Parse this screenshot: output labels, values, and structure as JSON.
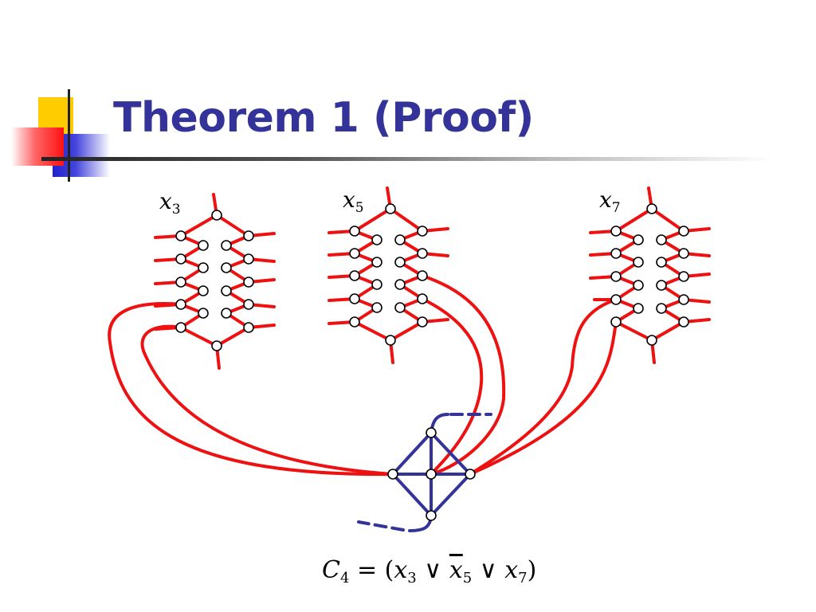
{
  "slide": {
    "title": "Theorem 1 (Proof)"
  },
  "variables": [
    {
      "letter": "x",
      "index": "3"
    },
    {
      "letter": "x",
      "index": "5"
    },
    {
      "letter": "x",
      "index": "7"
    }
  ],
  "clause": {
    "lhs_letter": "C",
    "lhs_index": "4",
    "equals": "=",
    "open_paren": "(",
    "close_paren": ")",
    "or_symbol": "∨",
    "literals": [
      {
        "letter": "x",
        "index": "3",
        "negated": false
      },
      {
        "letter": "x",
        "index": "5",
        "negated": true
      },
      {
        "letter": "x",
        "index": "7",
        "negated": false
      }
    ]
  },
  "colors": {
    "title": "#333399",
    "variable_edges": "#ee1111",
    "clause_edges": "#333399",
    "node_fill": "#ffffff",
    "node_stroke": "#000000"
  }
}
